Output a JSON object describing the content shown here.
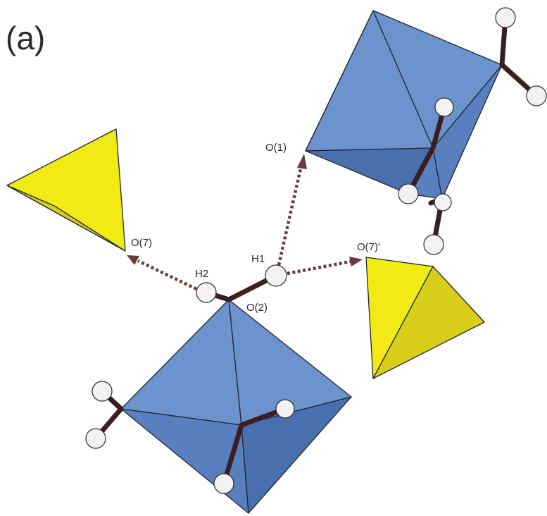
{
  "figure": {
    "panel_label": "(a)",
    "atom_labels": {
      "o1": "O(1)",
      "o7": "O(7)",
      "o7prime": "O(7)′",
      "h1": "H1",
      "h2": "H2",
      "o2": "O(2)"
    }
  },
  "colors": {
    "octahedron_face_light": "#6d93cf",
    "octahedron_face_mid": "#5a7fbf",
    "octahedron_face_dark": "#4a6fae",
    "tetrahedron_face_light": "#f2ea14",
    "tetrahedron_face_dark": "#d9cf1a",
    "bond": "#3a1f22",
    "hydrogen_bond": "#6b3a3e",
    "atom": "#f2f2f2"
  }
}
